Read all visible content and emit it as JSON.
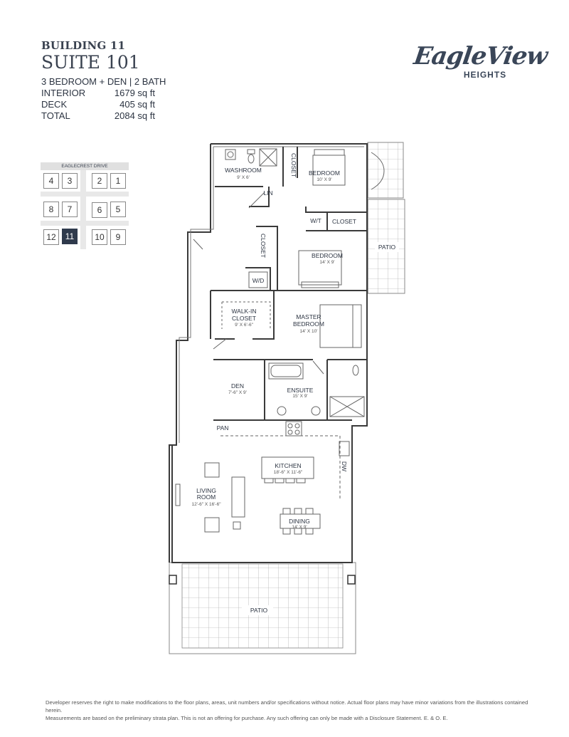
{
  "header": {
    "building": "BUILDING 11",
    "suite": "SUITE 101",
    "configuration": "3 BEDROOM + DEN | 2 BATH",
    "areas": [
      {
        "label": "INTERIOR",
        "value": "1679 sq ft"
      },
      {
        "label": "DECK",
        "value": "405 sq ft"
      },
      {
        "label": "TOTAL",
        "value": "2084 sq ft"
      }
    ]
  },
  "logo": {
    "script": "EagleView",
    "subtitle": "HEIGHTS"
  },
  "keymap": {
    "street": "EAGLECREST DRIVE",
    "units": [
      "4",
      "3",
      "2",
      "1",
      "8",
      "7",
      "6",
      "5",
      "12",
      "11",
      "10",
      "9"
    ],
    "highlighted": "11",
    "highlight_color": "#2f3a4c"
  },
  "rooms": {
    "washroom": {
      "name": "WASHROOM",
      "dim": "9' X 6'"
    },
    "closet1": {
      "name": "CLOSET"
    },
    "bedroom1": {
      "name": "BEDROOM",
      "dim": "10' X 9'"
    },
    "lin": {
      "name": "LIN"
    },
    "wt": {
      "name": "W/T"
    },
    "closet2": {
      "name": "CLOSET"
    },
    "patio_side": {
      "name": "PATIO"
    },
    "closet3": {
      "name": "CLOSET"
    },
    "bedroom2": {
      "name": "BEDROOM",
      "dim": "14' X 9'"
    },
    "wd": {
      "name": "W/D"
    },
    "walkin": {
      "name1": "WALK-IN",
      "name2": "CLOSET",
      "dim": "9' X 6'-6\""
    },
    "master": {
      "name1": "MASTER",
      "name2": "BEDROOM",
      "dim": "14' X 10'"
    },
    "den": {
      "name": "DEN",
      "dim": "7'-6\" X 9'"
    },
    "ensuite": {
      "name": "ENSUITE",
      "dim": "15' X 9'"
    },
    "pan": {
      "name": "PAN"
    },
    "kitchen": {
      "name": "KITCHEN",
      "dim": "18'-6\" X 11'-6\""
    },
    "dw": {
      "name": "DW"
    },
    "living": {
      "name1": "LIVING",
      "name2": "ROOM",
      "dim": "12'-6\" X 16'-6\""
    },
    "dining": {
      "name": "DINING",
      "dim": "14' X 9'"
    },
    "patio_main": {
      "name": "PATIO"
    }
  },
  "disclaimer": [
    "Developer reserves the right to make modifications to the floor plans, areas, unit numbers and/or specifications without notice. Actual floor plans may have minor variations from the illustrations contained herein.",
    "Measurements are based on the preliminary strata plan. This is not an offering for purchase. Any such offering can only be made with a Disclosure Statement. E. & O. E."
  ]
}
